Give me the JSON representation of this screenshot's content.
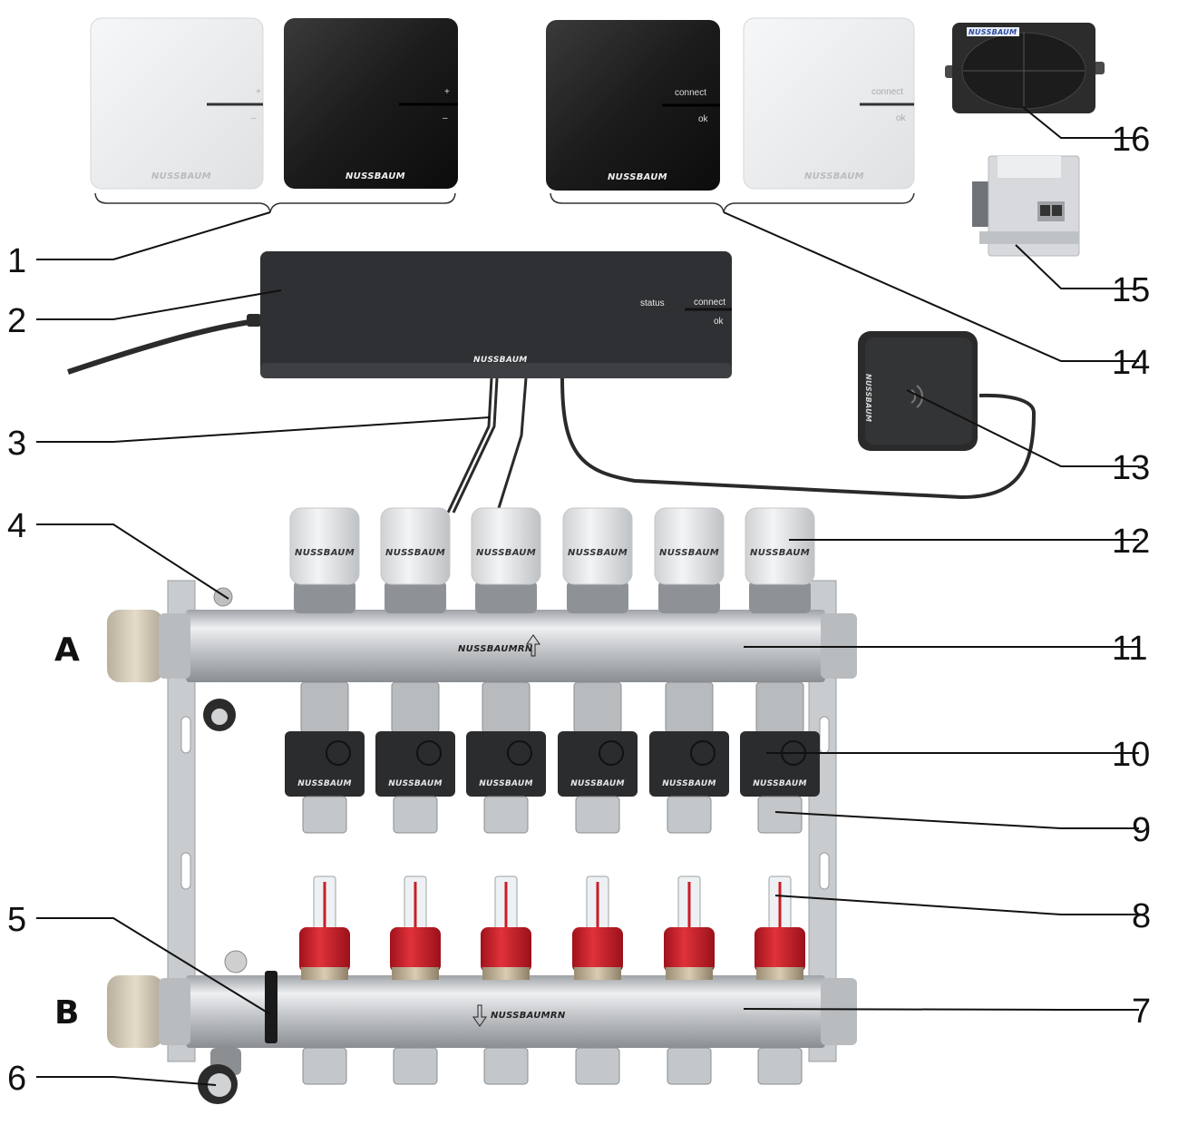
{
  "callouts": [
    "1",
    "2",
    "3",
    "4",
    "5",
    "6",
    "7",
    "8",
    "9",
    "10",
    "11",
    "12",
    "13",
    "14",
    "15",
    "16"
  ],
  "manifold_labels": {
    "supply": "A",
    "return": "B"
  },
  "brand": "NUSSBAUM",
  "brand_rn": "NUSSBAUMRN",
  "thermostat_plusminus": {
    "plus": "+",
    "minus": "–"
  },
  "thermostat_connect": {
    "connect": "connect",
    "ok": "ok"
  },
  "controller": {
    "status": "status",
    "connect": "connect",
    "ok": "ok"
  },
  "colors": {
    "dark": "#1e1e1e",
    "light": "#e9eaec",
    "steel": "#c8cbce",
    "red": "#c81e28"
  }
}
